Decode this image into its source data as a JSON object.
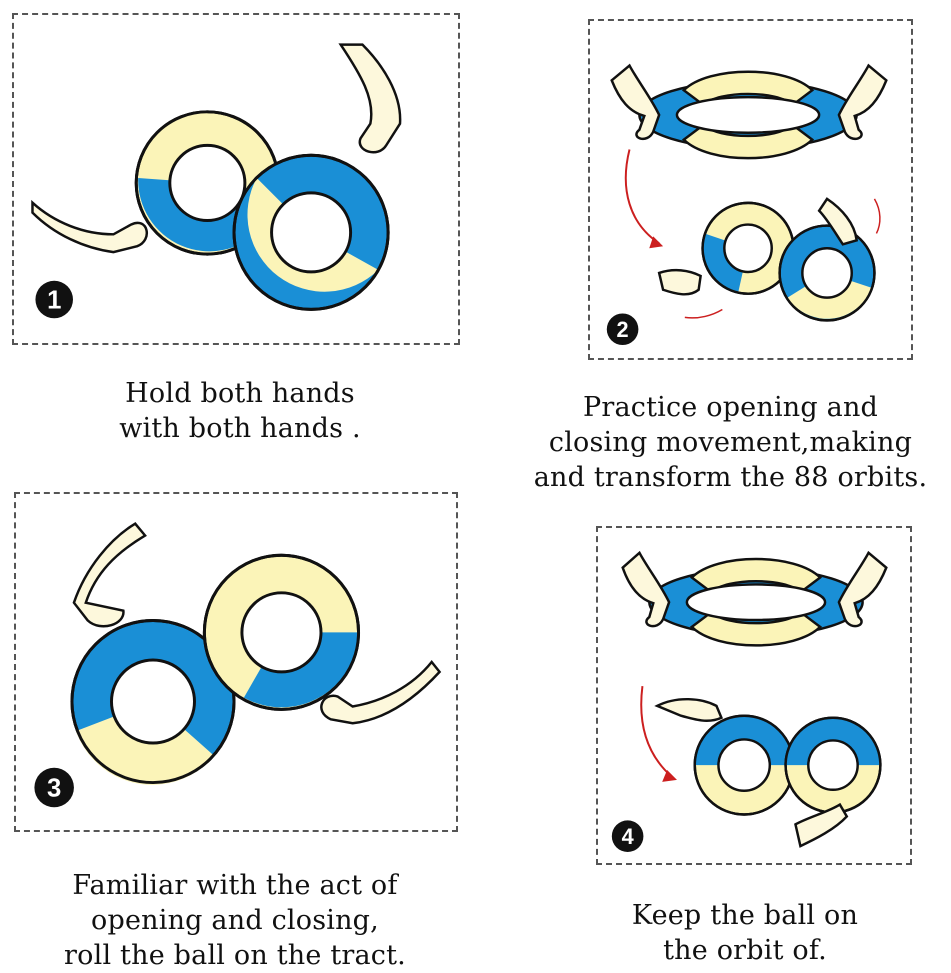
{
  "colors": {
    "blue": "#1a8fd6",
    "cream": "#fbf4b8",
    "hand": "#fdf8dc",
    "outline": "#111111",
    "arrow": "#cc1f1f",
    "border": "#555555"
  },
  "panels": [
    {
      "number": "1",
      "caption": [
        "Hold both hands",
        "with both hands ."
      ]
    },
    {
      "number": "2",
      "caption": [
        "Practice opening and",
        "closing movement,making",
        "and transform the 88 orbits."
      ]
    },
    {
      "number": "3",
      "caption": [
        "Familiar with the act of",
        "opening and closing,",
        "roll the ball on the tract."
      ]
    },
    {
      "number": "4",
      "caption": [
        "Keep the ball on",
        "the orbit of."
      ]
    }
  ]
}
